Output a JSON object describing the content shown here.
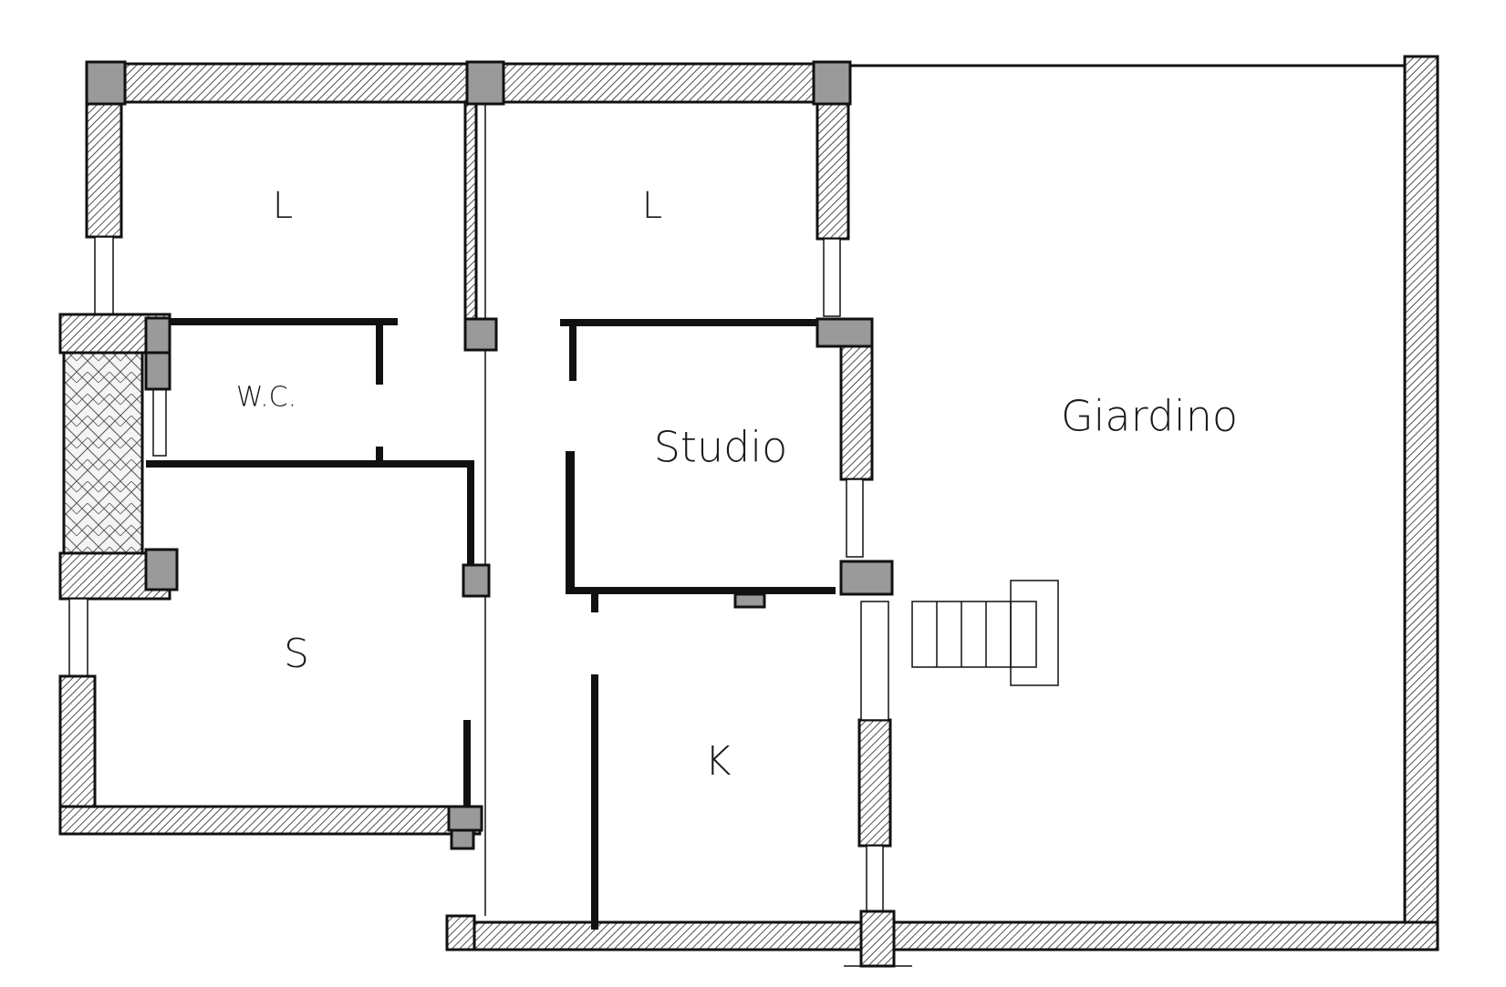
{
  "rooms": {
    "l_left": "L",
    "l_right": "L",
    "wc": "W.C.",
    "studio": "Studio",
    "giardino": "Giardino",
    "s": "S",
    "k": "K"
  }
}
